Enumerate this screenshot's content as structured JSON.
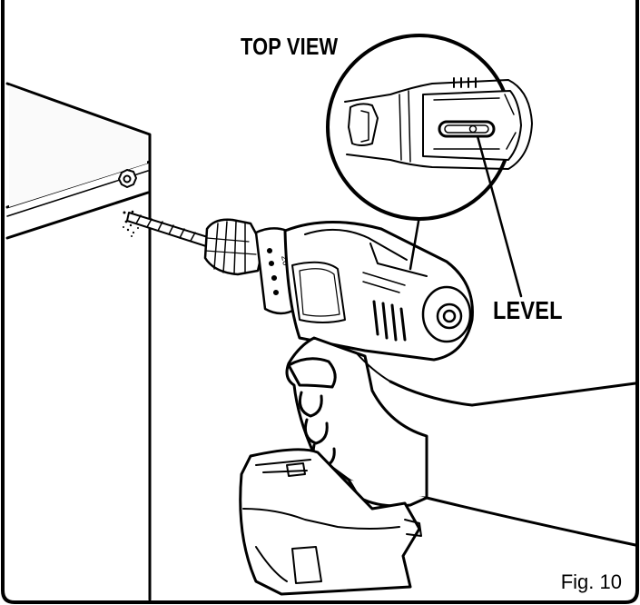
{
  "figure": {
    "top_view_label": "TOP VIEW",
    "level_label": "LEVEL",
    "fig_label": "Fig. 10",
    "chuck_marking": "20"
  },
  "colors": {
    "ink": "#000000",
    "paper": "#ffffff",
    "panel_tint": "#f2f2f2"
  }
}
